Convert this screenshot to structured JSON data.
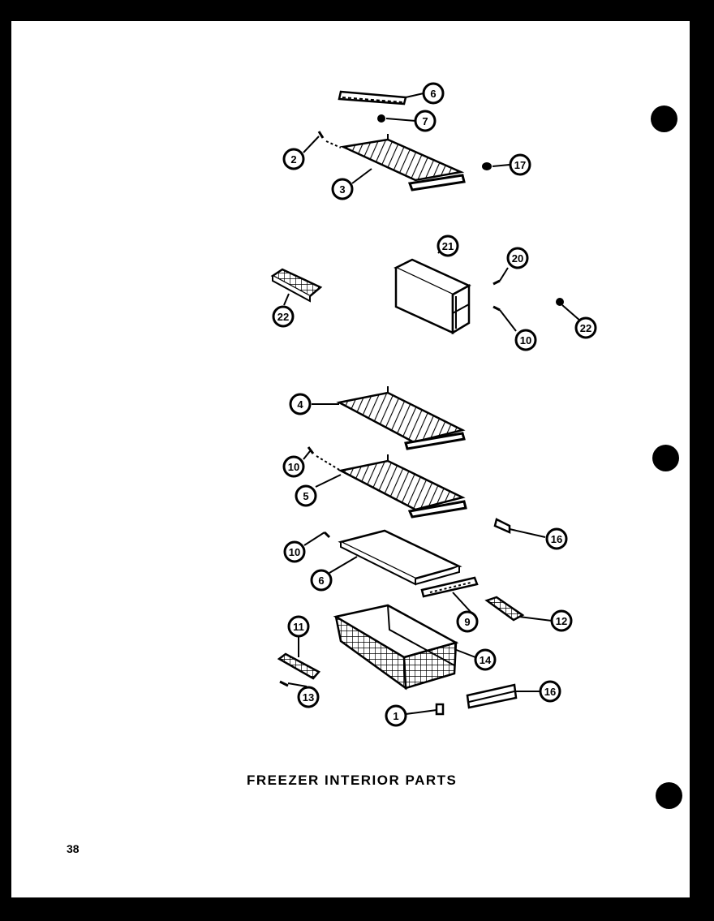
{
  "caption": "FREEZER INTERIOR PARTS",
  "page_number": "38",
  "callouts": {
    "c1": "1",
    "c2": "2",
    "c3": "3",
    "c4": "4",
    "c5": "5",
    "c6_top": "6",
    "c6_lower": "6",
    "c7": "7",
    "c9": "9",
    "c10_a": "10",
    "c10_b": "10",
    "c10_c": "10",
    "c11": "11",
    "c12": "12",
    "c13": "13",
    "c14": "14",
    "c16_a": "16",
    "c16_b": "16",
    "c17": "17",
    "c20": "20",
    "c21": "21",
    "c22_a": "22",
    "c22_b": "22"
  },
  "colors": {
    "ink": "#000000",
    "paper": "#ffffff"
  }
}
